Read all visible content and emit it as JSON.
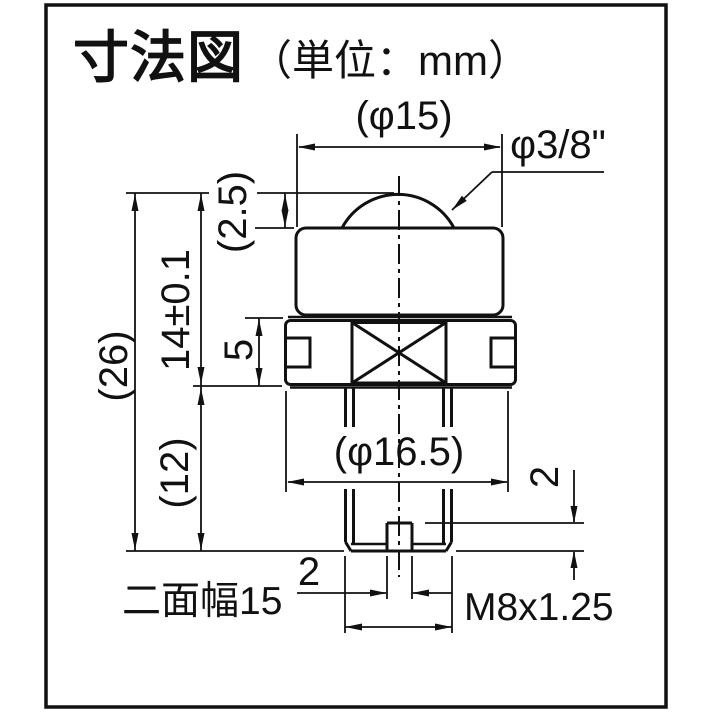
{
  "title": {
    "main": "寸法図",
    "unit": "（単位：mm）"
  },
  "colors": {
    "line": "#111111",
    "background": "#ffffff"
  },
  "dimensions": {
    "ball_diameter": "(φ15)",
    "ball_inch": "φ3/8\"",
    "dome_height": "(2.5)",
    "body_height": "14±0.1",
    "total_height": "(26)",
    "flange_height": "5",
    "stem_length": "(12)",
    "flange_diameter": "(φ16.5)",
    "slot_depth": "2",
    "slot_width": "2",
    "width_across_flats": "二面幅15",
    "thread_spec": "M8x1.25"
  }
}
